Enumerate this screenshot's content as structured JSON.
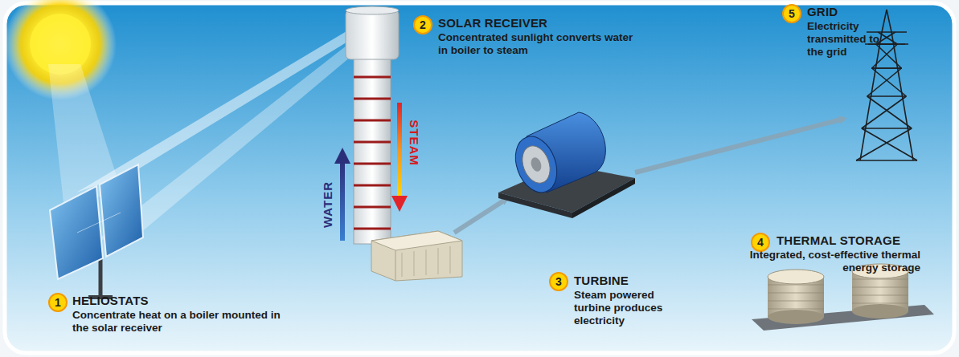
{
  "diagram": {
    "nodes": [
      {
        "text": [
          "1"
        ]
      },
      {
        "text": [
          "2"
        ]
      },
      {
        "text": [
          "3"
        ]
      },
      {
        "text": [
          "4"
        ]
      },
      {
        "text": [
          "5"
        ]
      }
    ],
    "labels": [
      "HELIOSTATS",
      "Concentrate heat on a boiler mounted in the solar receiver",
      "SOLAR RECEIVER",
      "Concentrated sunlight converts water in boiler to steam",
      "STEAM",
      "WATER",
      "TURBINE",
      "Steam powered turbine produces electricity",
      "THERMAL STORAGE",
      "Integrated, cost-effective thermal energy storage",
      "GRID",
      "Electricity transmitted to the grid"
    ]
  }
}
